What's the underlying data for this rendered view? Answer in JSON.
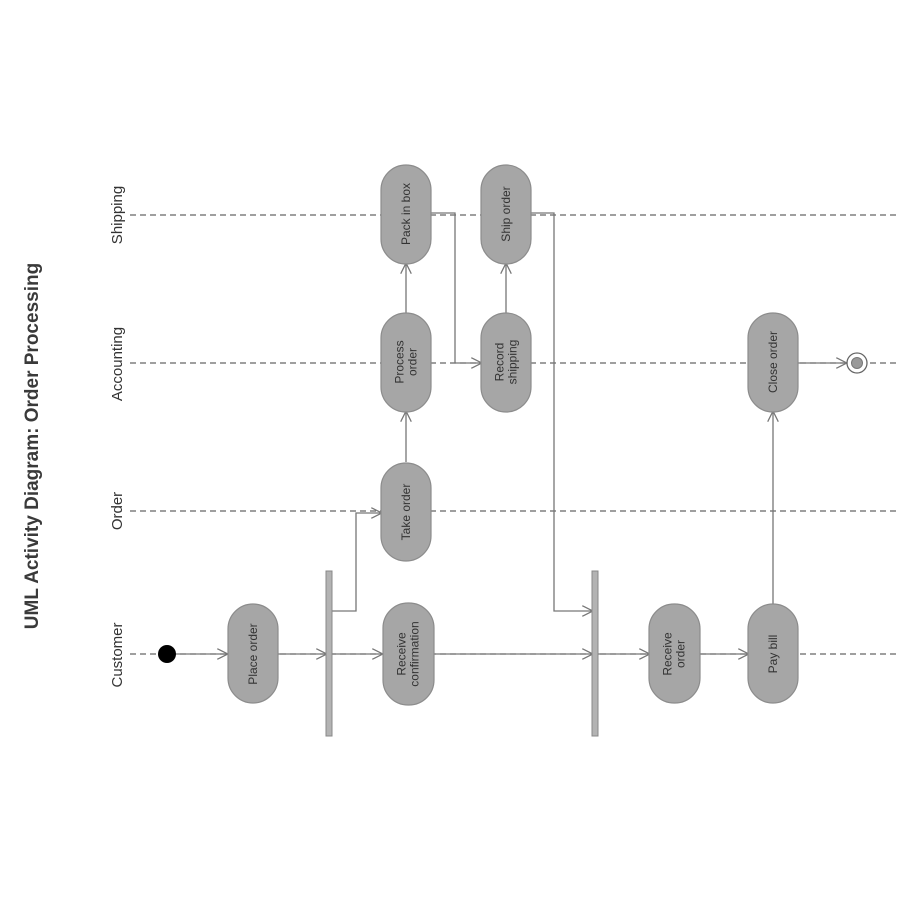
{
  "title": "UML Activity Diagram: Order Processing",
  "lanes": {
    "customer": "Customer",
    "order": "Order",
    "accounting": "Accounting",
    "shipping": "Shipping"
  },
  "nodes": {
    "place_order": [
      "Place order"
    ],
    "receive_confirmation": [
      "Receive",
      "confirmation"
    ],
    "take_order": [
      "Take order"
    ],
    "process_order": [
      "Process",
      "order"
    ],
    "pack_in_box": [
      "Pack in box"
    ],
    "record_shipping": [
      "Record",
      "shipping"
    ],
    "ship_order": [
      "Ship order"
    ],
    "receive_order": [
      "Receive",
      "order"
    ],
    "pay_bill": [
      "Pay bill"
    ],
    "close_order": [
      "Close order"
    ]
  },
  "colors": {
    "node_fill": "#a6a6a6",
    "line": "#777777",
    "start": "#000000"
  }
}
